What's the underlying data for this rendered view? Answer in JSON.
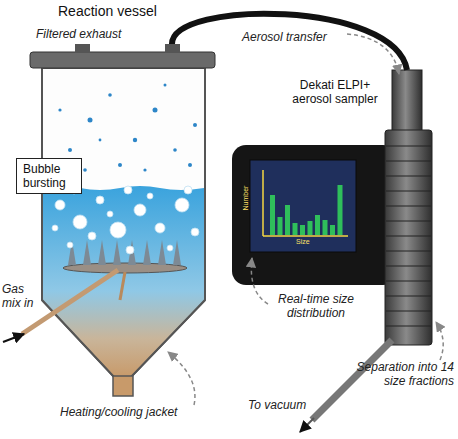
{
  "diagram": {
    "nodes": [
      {
        "text": [
          "Reaction vessel"
        ]
      },
      {
        "text": [
          "Bubble bursting"
        ],
        "in": 0
      },
      {
        "text": [
          "Dekati ELPI+ aerosol sampler"
        ]
      }
    ],
    "edges": [
      {
        "from": 0,
        "to": 2,
        "label": "Aerosol transfer",
        "arrow": "to"
      }
    ],
    "labels": [
      "Filtered exhaust",
      "Gas mix in",
      "Heating/cooling jacket",
      "Real-time size distribution",
      "Separation into 14 size fractions",
      "To vacuum",
      "Number",
      "Size"
    ]
  }
}
